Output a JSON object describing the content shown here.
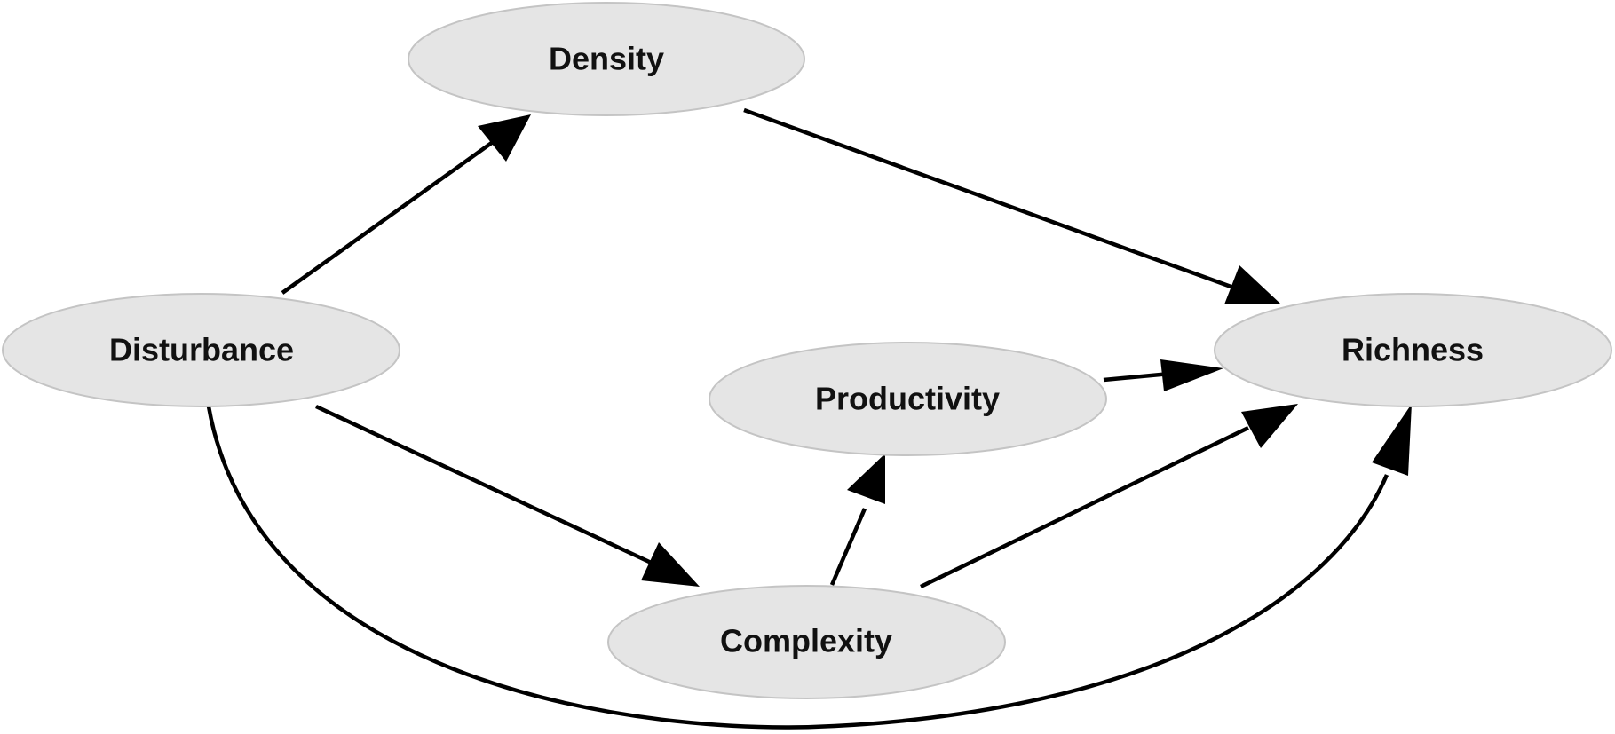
{
  "diagram": {
    "nodes": {
      "density": "Density",
      "disturbance": "Disturbance",
      "productivity": "Productivity",
      "richness": "Richness",
      "complexity": "Complexity"
    },
    "edges": [
      {
        "from": "Disturbance",
        "to": "Density"
      },
      {
        "from": "Density",
        "to": "Richness"
      },
      {
        "from": "Disturbance",
        "to": "Complexity"
      },
      {
        "from": "Disturbance",
        "to": "Richness"
      },
      {
        "from": "Complexity",
        "to": "Productivity"
      },
      {
        "from": "Complexity",
        "to": "Richness"
      },
      {
        "from": "Productivity",
        "to": "Richness"
      }
    ]
  },
  "colors": {
    "node_fill": "#e5e5e5",
    "node_stroke": "#c4c4c4",
    "edge": "#000000",
    "label": "#111111"
  }
}
